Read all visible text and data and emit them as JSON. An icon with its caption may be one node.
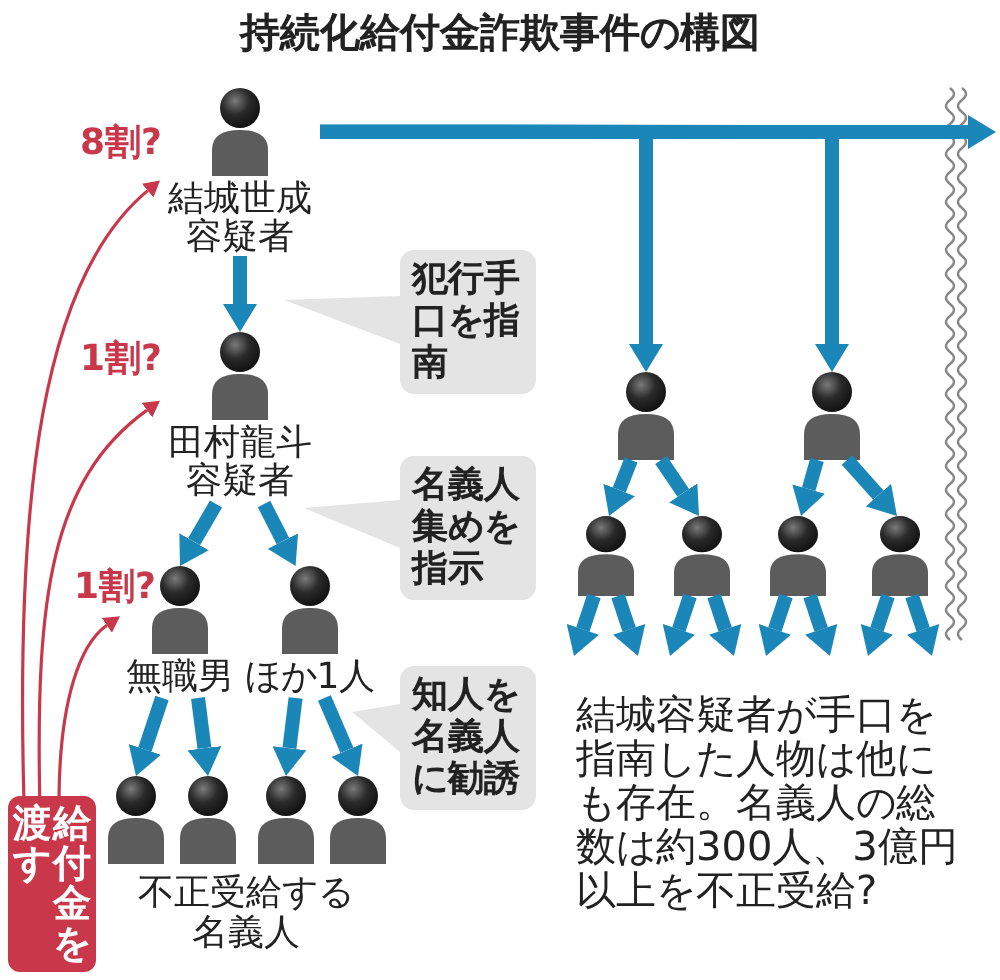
{
  "diagram": {
    "title": "持続化給付金詐欺事件の構図",
    "nodes": [
      {
        "text": [
          "結城世成容疑者"
        ]
      },
      {
        "text": [
          "田村龍斗容疑者"
        ]
      },
      {
        "text": [
          "無職男"
        ]
      },
      {
        "text": [
          "ほか1人"
        ]
      },
      {
        "text": [],
        "shape": "person"
      },
      {
        "text": [],
        "shape": "person"
      },
      {
        "text": [],
        "shape": "person"
      },
      {
        "text": [],
        "shape": "person"
      },
      {
        "text": [
          "給付金を渡す"
        ]
      },
      {
        "text": [
          "犯行手口を指南"
        ]
      },
      {
        "text": [
          "名義人集めを指示"
        ]
      },
      {
        "text": [
          "知人を名義人に勧誘"
        ]
      },
      {
        "text": [],
        "shape": "person"
      },
      {
        "text": [],
        "shape": "person"
      },
      {
        "text": [],
        "shape": "person"
      },
      {
        "text": [],
        "shape": "person"
      },
      {
        "text": [],
        "shape": "person"
      },
      {
        "text": [],
        "shape": "person"
      }
    ],
    "edges": [
      {
        "from": 0,
        "to": 1,
        "arrow": "to"
      },
      {
        "from": 1,
        "to": 2,
        "arrow": "to"
      },
      {
        "from": 1,
        "to": 3,
        "arrow": "to"
      },
      {
        "from": 2,
        "to": 4,
        "arrow": "to"
      },
      {
        "from": 2,
        "to": 5,
        "arrow": "to"
      },
      {
        "from": 3,
        "to": 6,
        "arrow": "to"
      },
      {
        "from": 3,
        "to": 7,
        "arrow": "to"
      },
      {
        "from": 0,
        "to": 12,
        "arrow": "to"
      },
      {
        "from": 0,
        "to": 13,
        "arrow": "to"
      },
      {
        "from": 0,
        "to": null,
        "arrow": "to"
      },
      {
        "from": 12,
        "to": 14,
        "arrow": "to"
      },
      {
        "from": 12,
        "to": 15,
        "arrow": "to"
      },
      {
        "from": 13,
        "to": 16,
        "arrow": "to"
      },
      {
        "from": 13,
        "to": 17,
        "arrow": "to"
      },
      {
        "from": 14,
        "to": null,
        "arrow": "to"
      },
      {
        "from": 14,
        "to": null,
        "arrow": "to"
      },
      {
        "from": 15,
        "to": null,
        "arrow": "to"
      },
      {
        "from": 15,
        "to": null,
        "arrow": "to"
      },
      {
        "from": 16,
        "to": null,
        "arrow": "to"
      },
      {
        "from": 16,
        "to": null,
        "arrow": "to"
      },
      {
        "from": 17,
        "to": null,
        "arrow": "to"
      },
      {
        "from": 17,
        "to": null,
        "arrow": "to"
      },
      {
        "from": 8,
        "to": 0,
        "arrow": "to",
        "label": "8割?",
        "color": "#c8384a"
      },
      {
        "from": 8,
        "to": 1,
        "arrow": "to",
        "label": "1割?",
        "color": "#c8384a"
      },
      {
        "from": 8,
        "to": 2,
        "arrow": "to",
        "label": "1割?",
        "color": "#c8384a"
      }
    ],
    "labels": [
      "不正受給する名義人",
      "結城容疑者が手口を指南した人物は他にも存在。名義人の総数は約300人、3億円以上を不正受給?"
    ]
  }
}
